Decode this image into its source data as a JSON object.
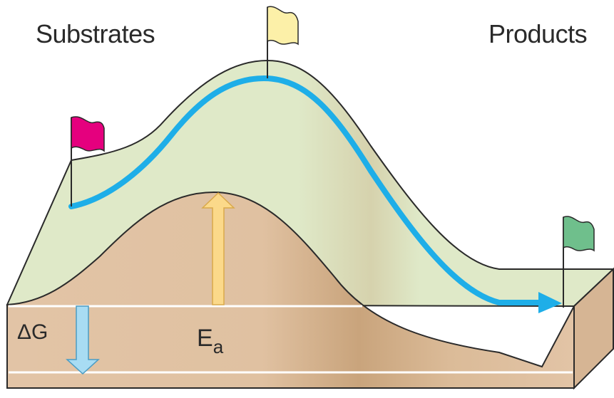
{
  "labels": {
    "substrates": "Substrates",
    "products": "Products",
    "delta_g": "ΔG",
    "activation_energy_base": "E",
    "activation_energy_subscript": "a"
  },
  "icons": [
    "flag-icon",
    "arrow-up-icon",
    "arrow-down-icon",
    "arrow-right-icon"
  ],
  "colors": {
    "surface": "#dfe9c8",
    "block": "#e1c2a4",
    "block_shadow": "#c9a47c",
    "path": "#1eaee8",
    "ea_arrow": "#fbd98a",
    "delta_g_arrow": "#a8dcf3",
    "substrate_flag": "#e5007e",
    "transition_flag": "#fcf0a8",
    "product_flag": "#6fbf8c"
  }
}
